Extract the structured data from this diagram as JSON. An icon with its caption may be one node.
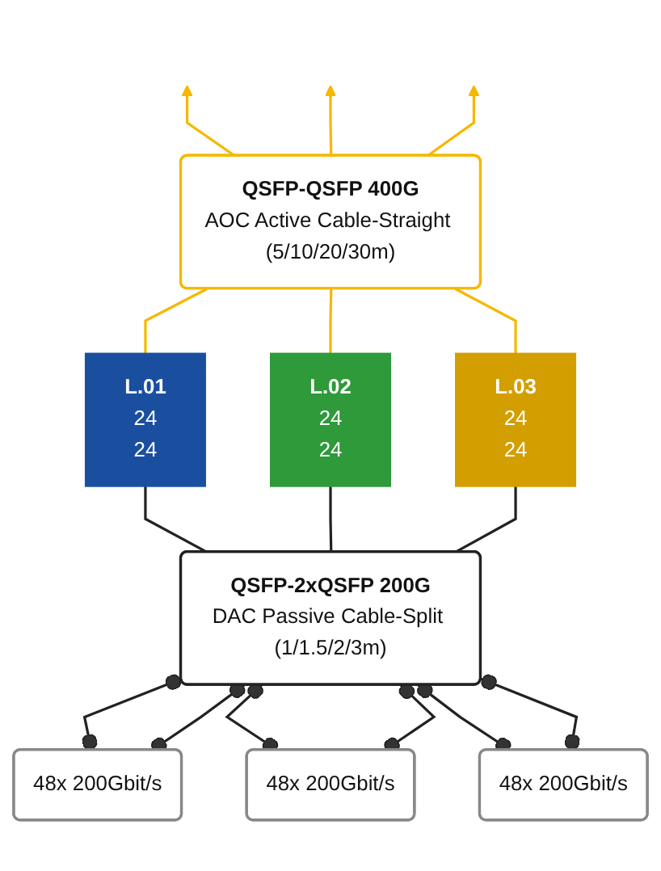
{
  "diagram": {
    "nodes": [
      {
        "text": [
          "QSFP-QSFP 400G",
          "AOC Active Cable-Straight (5/10/20/30m)"
        ]
      },
      {
        "text": [
          "L.01",
          "24",
          "24"
        ]
      },
      {
        "text": [
          "L.02",
          "24",
          "24"
        ]
      },
      {
        "text": [
          "L.03",
          "24",
          "24"
        ]
      },
      {
        "text": [
          "QSFP-2xQSFP 200G",
          "DAC Passive Cable-Split (1/1.5/2/3m)"
        ]
      },
      {
        "text": [
          "48x 200Gbit/s"
        ]
      },
      {
        "text": [
          "48x 200Gbit/s"
        ]
      },
      {
        "text": [
          "48x 200Gbit/s"
        ]
      }
    ],
    "edges": [
      {
        "from": 0,
        "to": null,
        "arrow": "to",
        "color": "#f5b800"
      },
      {
        "from": 0,
        "to": null,
        "arrow": "to",
        "color": "#f5b800"
      },
      {
        "from": 0,
        "to": null,
        "arrow": "to",
        "color": "#f5b800"
      },
      {
        "from": 0,
        "to": 1,
        "arrow": "none",
        "color": "#f5b800"
      },
      {
        "from": 0,
        "to": 2,
        "arrow": "none",
        "color": "#f5b800"
      },
      {
        "from": 0,
        "to": 3,
        "arrow": "none",
        "color": "#f5b800"
      },
      {
        "from": 1,
        "to": 4,
        "arrow": "none"
      },
      {
        "from": 2,
        "to": 4,
        "arrow": "none"
      },
      {
        "from": 3,
        "to": 4,
        "arrow": "none"
      },
      {
        "from": 4,
        "to": 5,
        "arrow": "other"
      },
      {
        "from": 4,
        "to": 5,
        "arrow": "other"
      },
      {
        "from": 4,
        "to": 6,
        "arrow": "other"
      },
      {
        "from": 4,
        "to": 6,
        "arrow": "other"
      },
      {
        "from": 4,
        "to": 7,
        "arrow": "other"
      },
      {
        "from": 4,
        "to": 7,
        "arrow": "other"
      }
    ]
  }
}
